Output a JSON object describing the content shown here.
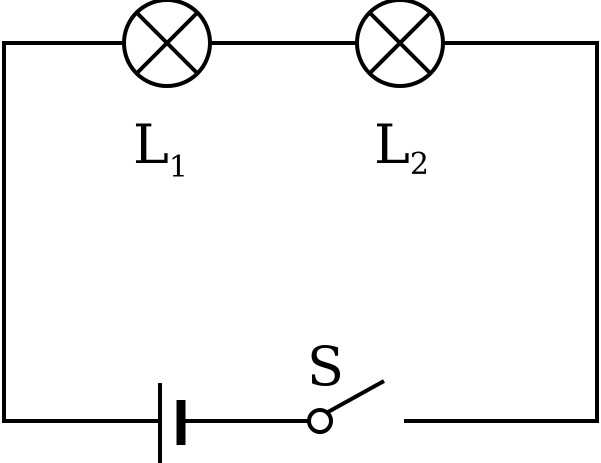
{
  "labels": {
    "lamp1": {
      "letter": "L",
      "subscript": "1"
    },
    "lamp2": {
      "letter": "L",
      "subscript": "2"
    },
    "switch": "S"
  }
}
